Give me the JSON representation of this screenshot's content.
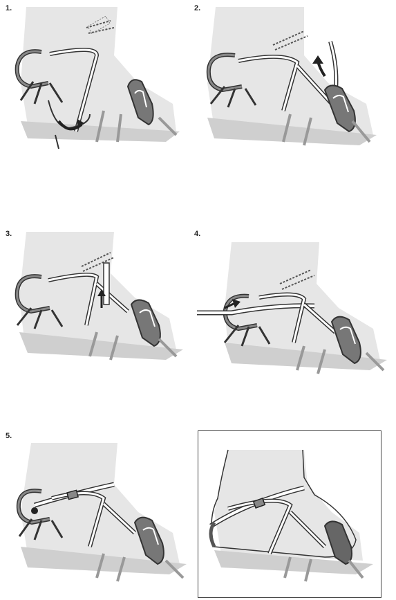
{
  "steps": [
    {
      "label": "1."
    },
    {
      "label": "2."
    },
    {
      "label": "3."
    },
    {
      "label": "4."
    },
    {
      "label": "5."
    }
  ],
  "colors": {
    "leg": "#e6e6e6",
    "shadow": "#bdbdbd",
    "metal": "#5a5a5a",
    "strap_outline": "#333333",
    "strap_fill": "#ffffff"
  },
  "icons": [
    "crampon-front-bail",
    "crampon-heel-bail",
    "strap",
    "arrow"
  ]
}
